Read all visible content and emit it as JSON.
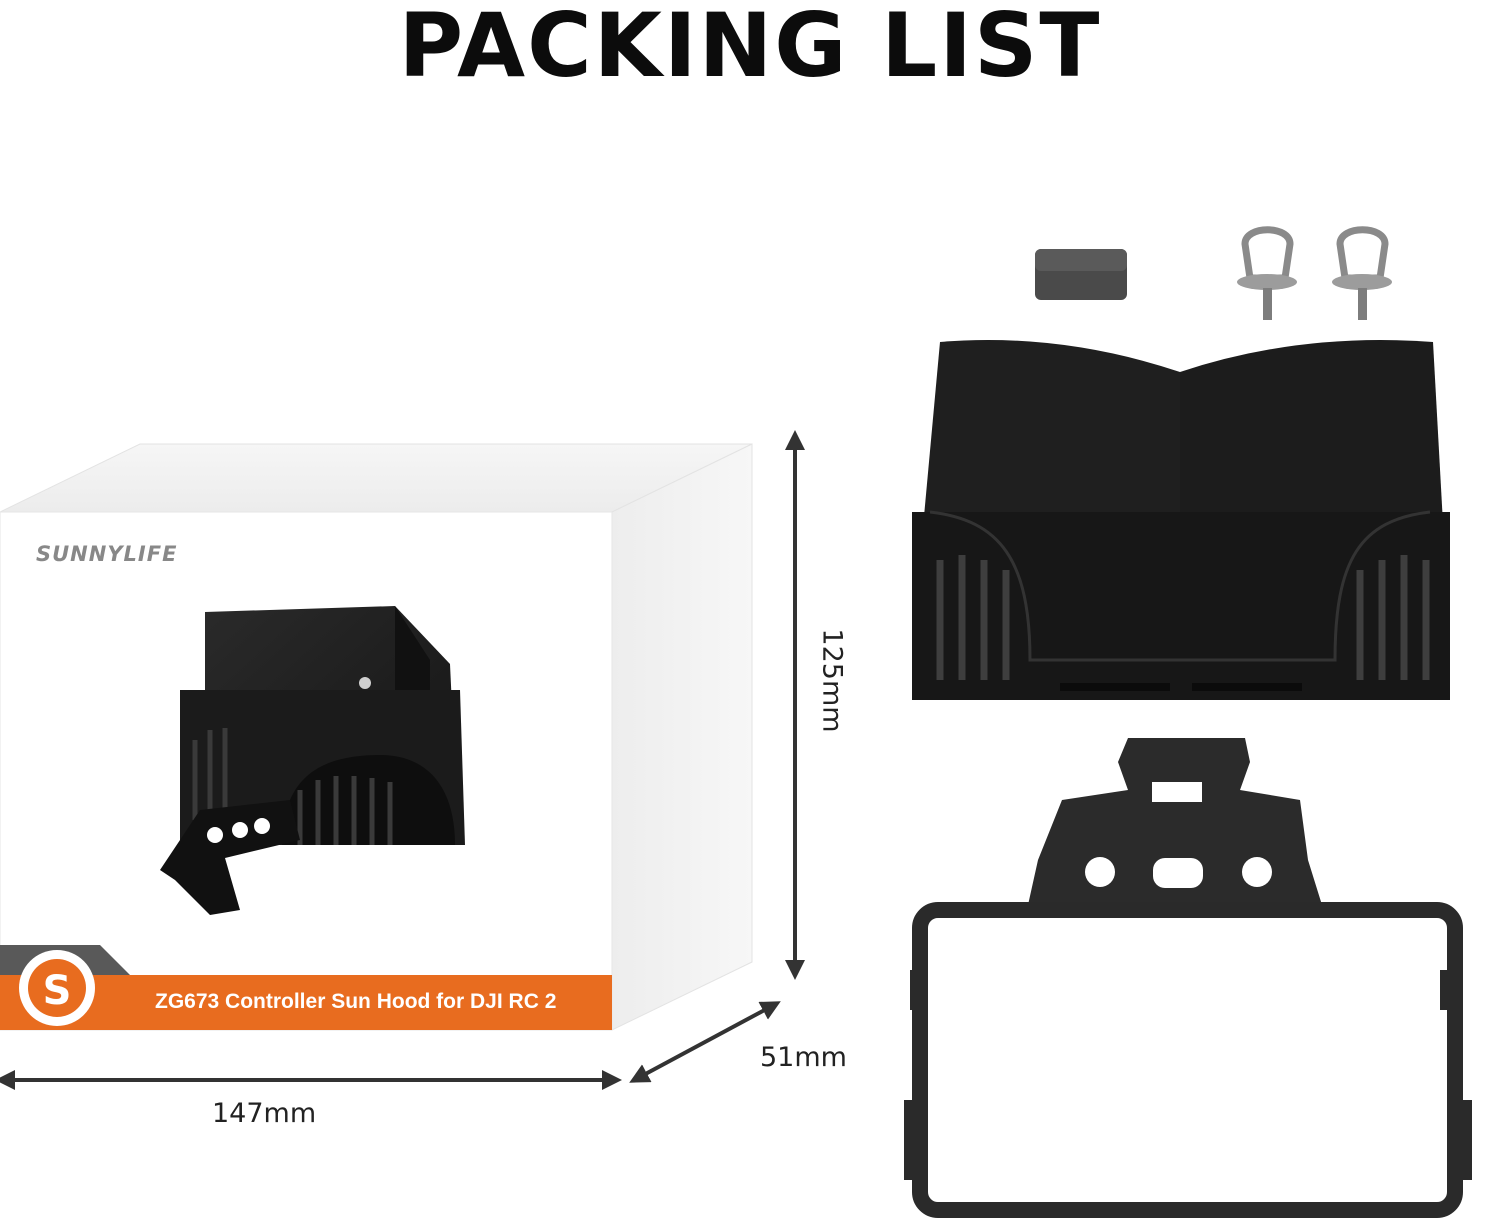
{
  "title": "PACKING LIST",
  "box": {
    "brand": "SUNNYLIFE",
    "band_label": "ZG673 Controller Sun Hood for DJI RC 2",
    "badge_letter": "S",
    "band_color": "#e86c1f"
  },
  "dimensions": {
    "width": "147mm",
    "depth": "51mm",
    "height": "125mm"
  },
  "components": [
    "sun-hood",
    "mounting-bracket",
    "frame-clamp",
    "rubber-cushion",
    "d-ring-screw",
    "d-ring-screw"
  ],
  "colors": {
    "product": "#1a1a1a",
    "arrow": "#333333"
  }
}
